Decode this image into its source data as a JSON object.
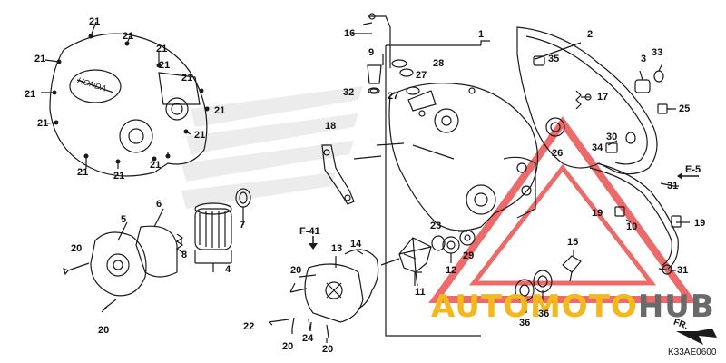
{
  "diagram": {
    "code": "K33AE0600",
    "direction_label": "FR.",
    "refs": {
      "e5": "E-5",
      "f41": "F-41"
    },
    "watermark": {
      "part1": "AUTOMOTO",
      "part2": "HUB"
    },
    "emblem_text": "HONDA",
    "parts": [
      {
        "id": "p1",
        "n": "1"
      },
      {
        "id": "p2",
        "n": "2"
      },
      {
        "id": "p3",
        "n": "3"
      },
      {
        "id": "p4",
        "n": "4"
      },
      {
        "id": "p5",
        "n": "5"
      },
      {
        "id": "p6",
        "n": "6"
      },
      {
        "id": "p7",
        "n": "7"
      },
      {
        "id": "p8",
        "n": "8"
      },
      {
        "id": "p9",
        "n": "9"
      },
      {
        "id": "p10",
        "n": "10"
      },
      {
        "id": "p11",
        "n": "11"
      },
      {
        "id": "p12",
        "n": "12"
      },
      {
        "id": "p13",
        "n": "13"
      },
      {
        "id": "p14",
        "n": "14"
      },
      {
        "id": "p15",
        "n": "15"
      },
      {
        "id": "p16",
        "n": "16"
      },
      {
        "id": "p17",
        "n": "17"
      },
      {
        "id": "p18",
        "n": "18"
      },
      {
        "id": "p19a",
        "n": "19"
      },
      {
        "id": "p19b",
        "n": "19"
      },
      {
        "id": "p20a",
        "n": "20"
      },
      {
        "id": "p20b",
        "n": "20"
      },
      {
        "id": "p20c",
        "n": "20"
      },
      {
        "id": "p20d",
        "n": "20"
      },
      {
        "id": "p20e",
        "n": "20"
      },
      {
        "id": "p21a",
        "n": "21"
      },
      {
        "id": "p21b",
        "n": "21"
      },
      {
        "id": "p21c",
        "n": "21"
      },
      {
        "id": "p21d",
        "n": "21"
      },
      {
        "id": "p21e",
        "n": "21"
      },
      {
        "id": "p21f",
        "n": "21"
      },
      {
        "id": "p21g",
        "n": "21"
      },
      {
        "id": "p21h",
        "n": "21"
      },
      {
        "id": "p21i",
        "n": "21"
      },
      {
        "id": "p21j",
        "n": "21"
      },
      {
        "id": "p21k",
        "n": "21"
      },
      {
        "id": "p21l",
        "n": "21"
      },
      {
        "id": "p21m",
        "n": "21"
      },
      {
        "id": "p22",
        "n": "22"
      },
      {
        "id": "p23",
        "n": "23"
      },
      {
        "id": "p24",
        "n": "24"
      },
      {
        "id": "p25",
        "n": "25"
      },
      {
        "id": "p26",
        "n": "26"
      },
      {
        "id": "p27a",
        "n": "27"
      },
      {
        "id": "p27b",
        "n": "27"
      },
      {
        "id": "p28",
        "n": "28"
      },
      {
        "id": "p29",
        "n": "29"
      },
      {
        "id": "p30",
        "n": "30"
      },
      {
        "id": "p31a",
        "n": "31"
      },
      {
        "id": "p31b",
        "n": "31"
      },
      {
        "id": "p32",
        "n": "32"
      },
      {
        "id": "p33",
        "n": "33"
      },
      {
        "id": "p34",
        "n": "34"
      },
      {
        "id": "p35",
        "n": "35"
      },
      {
        "id": "p36a",
        "n": "36"
      },
      {
        "id": "p36b",
        "n": "36"
      }
    ],
    "colors": {
      "line": "#1a1a1a",
      "watermark_red": "#e8393a",
      "watermark_yellow": "#f2b81d",
      "watermark_gray": "#6a6a6a"
    }
  }
}
